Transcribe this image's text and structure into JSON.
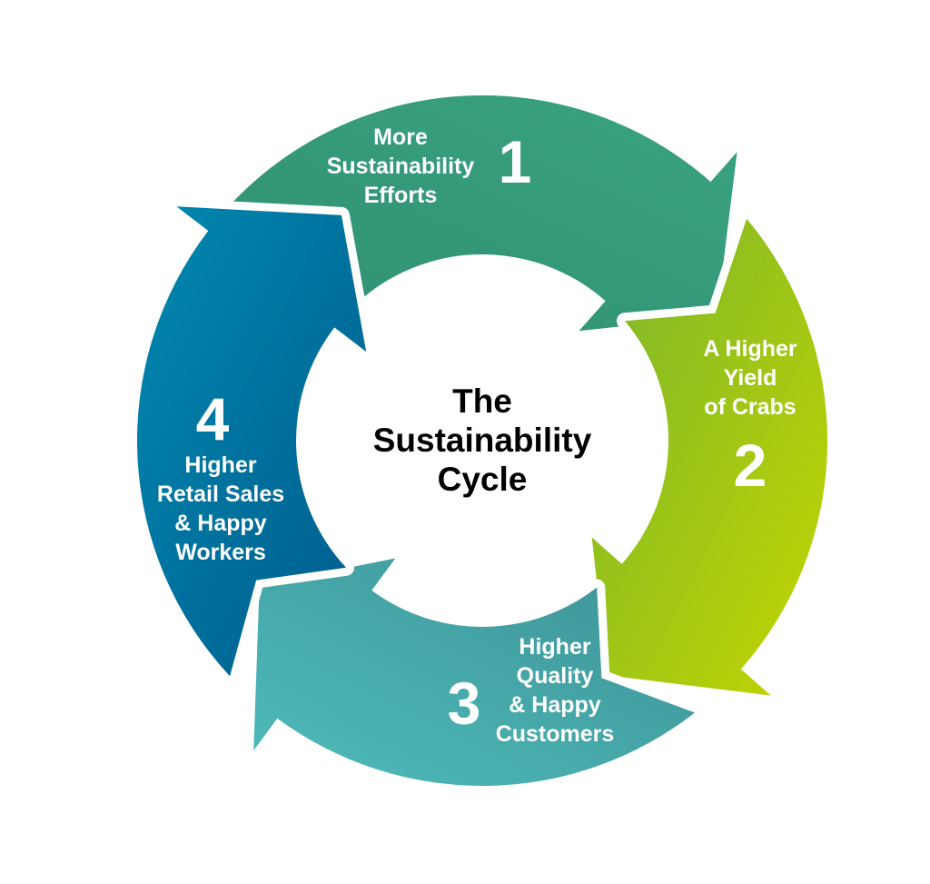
{
  "center": {
    "lines": [
      "The",
      "Sustainability",
      "Cycle"
    ]
  },
  "segments": [
    {
      "number": "1",
      "lines": [
        "More",
        "Sustainability",
        "Efforts"
      ],
      "color_start": "#2f8f6f",
      "color_end": "#3aa382"
    },
    {
      "number": "2",
      "lines": [
        "A Higher",
        "Yield",
        "of Crabs"
      ],
      "color_start": "#7ab52e",
      "color_end": "#c4d600"
    },
    {
      "number": "3",
      "lines": [
        "Higher",
        "Quality",
        "& Happy",
        "Customers"
      ],
      "color_start": "#4fbcbc",
      "color_end": "#3d9194"
    },
    {
      "number": "4",
      "lines": [
        "Higher",
        "Retail Sales",
        "& Happy",
        "Workers"
      ],
      "color_start": "#0089b0",
      "color_end": "#005a8c"
    }
  ]
}
